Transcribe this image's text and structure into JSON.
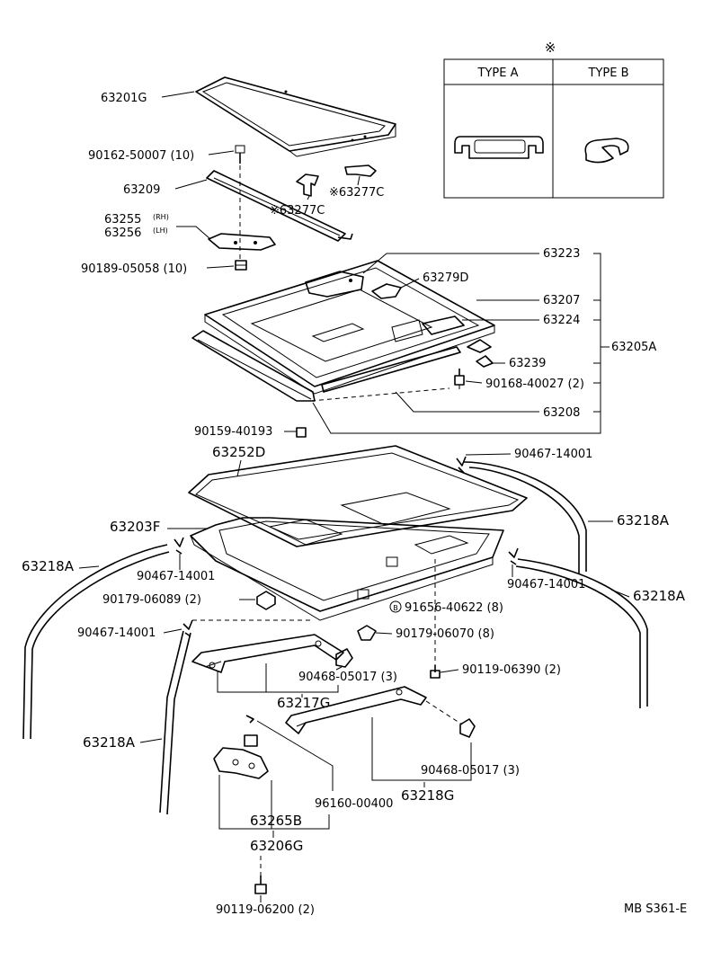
{
  "legend": {
    "symbol": "※",
    "type_a": "TYPE A",
    "type_b": "TYPE B"
  },
  "labels": {
    "p63201g": "63201G",
    "p90162": "90162-50007 (10)",
    "p63209": "63209",
    "p63277c_a": "※63277C",
    "p63277c_b": "※63277C",
    "p63255": "63255",
    "p63255_side": "(RH)",
    "p63256": "63256",
    "p63256_side": "(LH)",
    "p90189": "90189-05058 (10)",
    "p63223": "63223",
    "p63279d": "63279D",
    "p63207": "63207",
    "p63224": "63224",
    "p63205a": "63205A",
    "p63239": "63239",
    "p90168": "90168-40027 (2)",
    "p63208": "63208",
    "p90159": "90159-40193",
    "p63252d": "63252D",
    "p90467_tr": "90467-14001",
    "p63218a_r": "63218A",
    "p63203f": "63203F",
    "p63218a_l": "63218A",
    "p90467_m": "90467-14001",
    "p90467_r": "90467-14001",
    "p63218a_r2": "63218A",
    "p90179_06089": "90179-06089 (2)",
    "p91656_mark": "B",
    "p91656": "91656-40622 (8)",
    "p90467_l": "90467-14001",
    "p90179_06070": "90179-06070 (8)",
    "p90468_a": "90468-05017 (3)",
    "p90119_06390": "90119-06390 (2)",
    "p63217g": "63217G",
    "p63218a_l2": "63218A",
    "p90468_b": "90468-05017 (3)",
    "p96160": "96160-00400",
    "p63218g": "63218G",
    "p63265b": "63265B",
    "p63206g": "63206G",
    "p90119_06200": "90119-06200 (2)",
    "drawing_code": "MB S361-E"
  }
}
